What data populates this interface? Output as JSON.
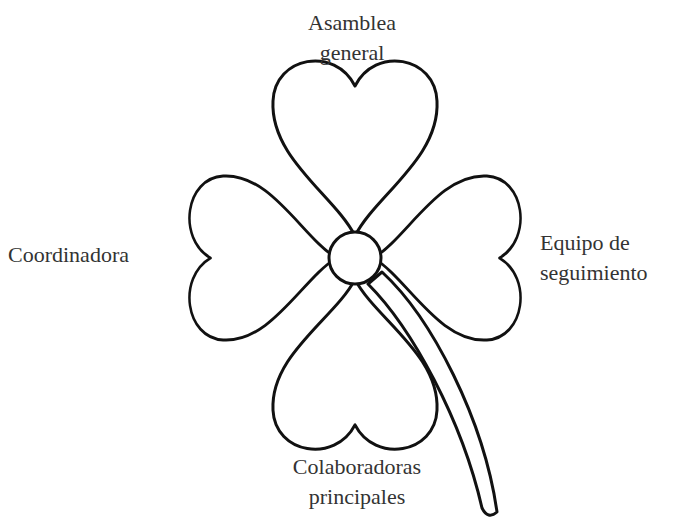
{
  "diagram": {
    "labels": [
      "Asamblea general",
      "Coordinadora",
      "Equipo de seguimiento",
      "Colaboradoras principales"
    ]
  }
}
